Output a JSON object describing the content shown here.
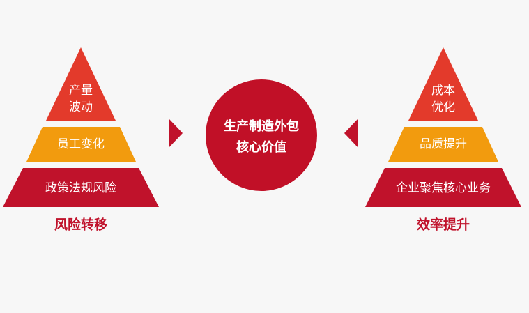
{
  "colors": {
    "red": "#e33a2b",
    "orange": "#f29b0e",
    "dark_red": "#c0122b",
    "center": "#c11027",
    "caption": "#c0122b"
  },
  "left_pyramid": {
    "top": [
      "产量",
      "波动"
    ],
    "middle": "员工变化",
    "bottom": "政策法规风险",
    "caption": "风险转移"
  },
  "center": {
    "lines": [
      "生产制造外包",
      "核心价值"
    ]
  },
  "right_pyramid": {
    "top": [
      "成本",
      "优化"
    ],
    "middle": "品质提升",
    "bottom": "企业聚焦核心业务",
    "caption": "效率提升"
  }
}
